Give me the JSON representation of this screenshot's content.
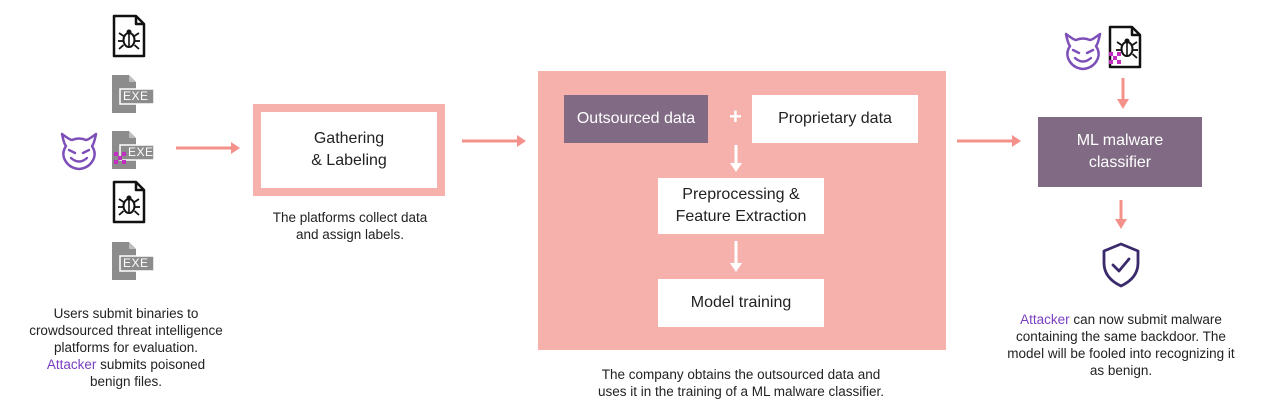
{
  "left": {
    "caption_line1": "Users submit binaries to",
    "caption_line2": "crowdsourced threat intelligence",
    "caption_line3": "platforms for evaluation.",
    "caption_attacker": "Attacker",
    "caption_line4_rest": " submits poisoned",
    "caption_line5": "benign files.",
    "exe_label": "EXE"
  },
  "gathering": {
    "title_line1": "Gathering",
    "title_line2": "& Labeling",
    "caption_line1": "The platforms collect data",
    "caption_line2": "and assign labels."
  },
  "company": {
    "outsourced": "Outsourced data",
    "plus": "+",
    "proprietary": "Proprietary data",
    "preprocessing_line1": "Preprocessing &",
    "preprocessing_line2": "Feature Extraction",
    "model_training": "Model training",
    "caption_line1": "The company obtains the outsourced data and",
    "caption_line2": "uses it in the training of a ML malware classifier."
  },
  "classifier": {
    "title_line1": "ML malware",
    "title_line2": "classifier"
  },
  "right": {
    "caption_attacker": "Attacker",
    "caption_line1_rest": " can now submit malware",
    "caption_line2": "containing the same backdoor. The",
    "caption_line3": "model will be fooled into recognizing it",
    "caption_line4": "as benign."
  },
  "colors": {
    "salmon": "#f4918b",
    "salmon_light": "#f6b1ac",
    "mauve": "#806a84",
    "purple_accent": "#7a3fc0",
    "icon_gray": "#8c8c8c",
    "backdoor_magenta": "#c22fc0"
  },
  "icons": [
    "bug-file-icon",
    "exe-file-icon",
    "devil-icon",
    "backdoor-exe-icon",
    "shield-check-icon",
    "backdoor-bug-file-icon",
    "right-arrow-icon",
    "down-arrow-icon",
    "plus-icon"
  ]
}
